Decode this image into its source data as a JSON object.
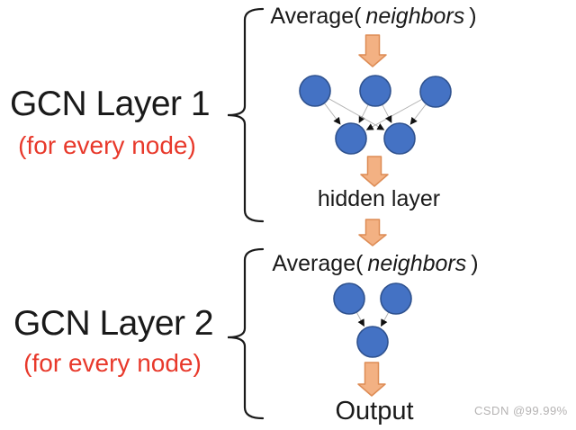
{
  "diagram": {
    "layer1": {
      "label": "GCN Layer 1",
      "sublabel": "(for every node)",
      "operation": {
        "prefix": "Average(",
        "arg": "neighbors",
        "suffix": ")"
      },
      "result_label": "hidden layer",
      "input_nodes": 3,
      "output_nodes": 2
    },
    "layer2": {
      "label": "GCN Layer 2",
      "sublabel": "(for every node)",
      "operation": {
        "prefix": "Average(",
        "arg": "neighbors",
        "suffix": ")"
      },
      "result_label": "Output",
      "input_nodes": 2,
      "output_nodes": 1
    },
    "watermark": "CSDN @99.99%"
  },
  "colors": {
    "text": "#1a1a1a",
    "sublabel_red": "#e8392b",
    "node_fill": "#4472c4",
    "node_stroke": "#2f528f",
    "arrow_fill": "#f3b183",
    "arrow_stroke": "#dd8c55",
    "edge": "#b0b0b0",
    "edge_arrowhead": "#111111",
    "brace": "#1a1a1a",
    "watermark": "#b5b3b3"
  }
}
